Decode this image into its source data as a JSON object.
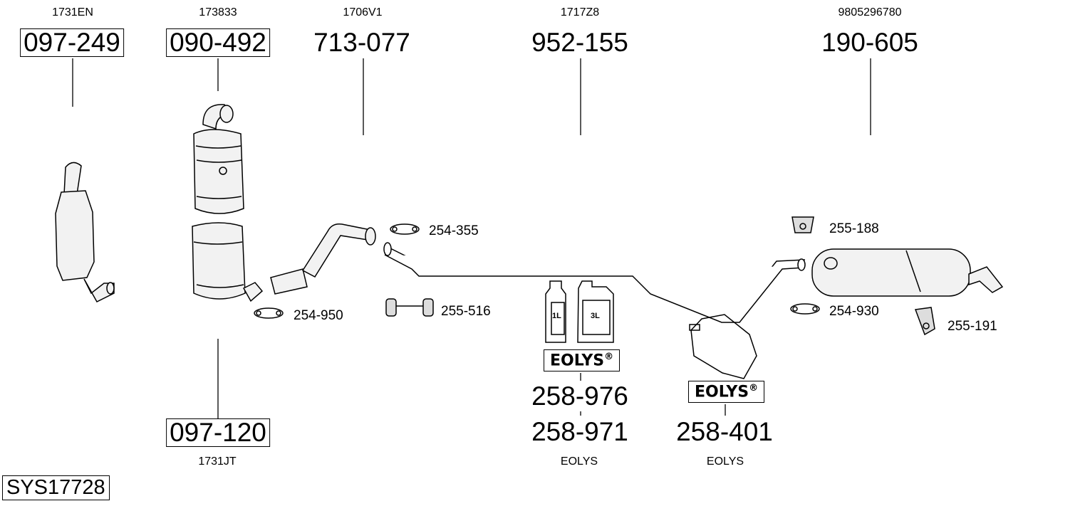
{
  "system_id": "SYS17728",
  "parts": [
    {
      "part_number": "097-249",
      "reference": "1731EN"
    },
    {
      "part_number": "090-492",
      "reference": "173833"
    },
    {
      "part_number": "713-077",
      "reference": "1706V1"
    },
    {
      "part_number": "952-155",
      "reference": "1717Z8"
    },
    {
      "part_number": "190-605",
      "reference": "9805296780"
    },
    {
      "part_number": "097-120",
      "reference": "1731JT"
    }
  ],
  "fittings": [
    "254-355",
    "254-950",
    "255-516",
    "255-188",
    "254-930",
    "255-191"
  ],
  "eolys": {
    "brand_label": "EOLYS",
    "registered": "®",
    "bottle_small": "1L",
    "bottle_large": "3L",
    "fluid_part_1": "258-976",
    "fluid_part_2": "258-971",
    "fluid_reference": "EOLYS",
    "tank_part": "258-401",
    "tank_reference": "EOLYS"
  }
}
